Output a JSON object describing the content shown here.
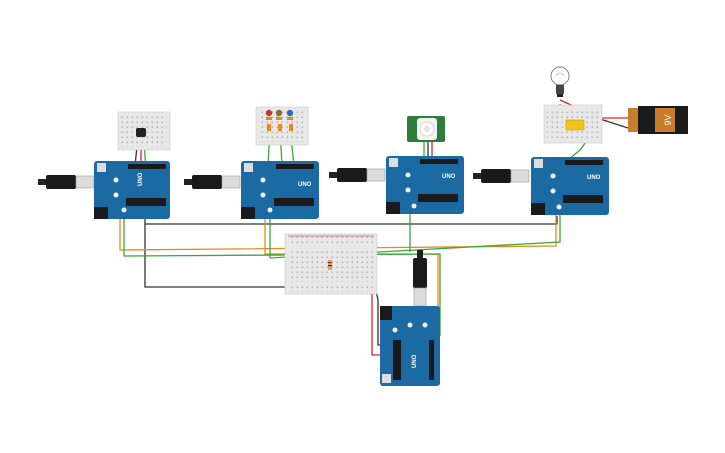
{
  "circuit": {
    "board_label": "UNO",
    "battery_label": "9V",
    "colors": {
      "board": "#1c6aa3",
      "board_dark": "#14507e",
      "breadboard": "#e8e8e8",
      "wire_black": "#333333",
      "wire_red": "#d62728",
      "wire_green": "#3aa83a",
      "wire_orange": "#e88a1a",
      "battery": "#1a1a1a",
      "battery_cap": "#c87d2a"
    },
    "components": [
      "arduino-uno-1",
      "arduino-uno-2",
      "arduino-uno-3",
      "arduino-uno-4",
      "arduino-uno-5",
      "breadboard-small-1",
      "breadboard-small-2",
      "breadboard-small-4",
      "breadboard-main",
      "temperature-sensor",
      "led-red",
      "led-yellow",
      "led-blue",
      "pir-sensor",
      "light-bulb",
      "relay",
      "battery-9v"
    ]
  }
}
